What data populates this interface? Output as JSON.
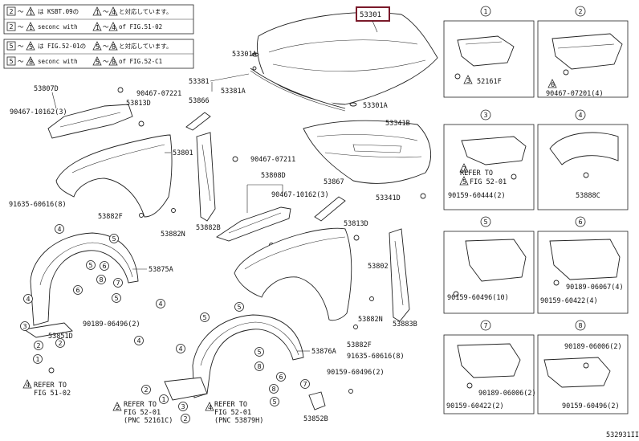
{
  "notes": {
    "note1_line1": "は KSBT.09の",
    "note1_line1_b": "～",
    "note1_line1_c": "と対応しています。",
    "note1_line2": "seconc with",
    "note1_line2_b": "～",
    "note1_line2_c": "of FIG.51-02",
    "note2_line1": "は FIG.52-01の",
    "note2_line1_b": "～",
    "note2_line1_c": "と対応しています。",
    "note2_line2": "seconc with",
    "note2_line2_b": "～",
    "note2_line2_c": "of FIG.52-C1"
  },
  "main_labels": {
    "hood": "53301",
    "hood_front_a": "53301A",
    "hood_rear_a": "53301A",
    "hood_seal": "53381",
    "hood_seal_a": "53381A",
    "hood_insulator": "53341B",
    "cushion": "53341D",
    "rear_bracket_left": "53807D",
    "bolt_rear": "90467-07221",
    "clip_left": "90467-10162(3)",
    "pad_left": "53813D",
    "fender_left": "53801",
    "stay_left": "53866",
    "screw_left": "91635-60616(8)",
    "clip_882f_left": "53882F",
    "clip_882n_left": "53882N",
    "seal_882b": "53882B",
    "bolt_mid": "90467-07211",
    "bracket_808d": "53808D",
    "clip_mid": "90467-10162(3)",
    "stay_right": "53867",
    "pad_right": "53813D",
    "fender_right": "53802",
    "clip_882n_right": "53882N",
    "seal_883b": "53883B",
    "clip_882f_right": "53882F",
    "screw_right": "91635-60616(8)",
    "liner_left": "53875A",
    "clip_left_liner": "90189-06496(2)",
    "shield_left": "53851D",
    "liner_right": "53876A",
    "clip_right_liner": "90159-60496(2)",
    "shield_right": "53852B",
    "ref_left": "REFER TO",
    "ref_left_fig": "FIG 51-02",
    "ref_mid": "REFER TO",
    "ref_mid_fig": "FIG 52-01",
    "ref_mid_pnc": "(PNC 52161C)",
    "ref_r": "REFER TO",
    "ref_r_fig": "FIG 52-01",
    "ref_r_pnc": "(PNC 53879H)",
    "footer_code": "532931II"
  },
  "callouts": [
    "1",
    "2",
    "3",
    "4",
    "5",
    "6",
    "7",
    "8"
  ],
  "detail_boxes": [
    {
      "num": "1",
      "labels": [
        "52161F"
      ]
    },
    {
      "num": "2",
      "labels": [
        "90467-07201(4)"
      ]
    },
    {
      "num": "3",
      "labels": [
        "REFER TO",
        "FIG 52-01",
        "90159-60444(2)"
      ]
    },
    {
      "num": "4",
      "labels": [
        "53888C"
      ]
    },
    {
      "num": "5",
      "labels": [
        "90159-60496(10)"
      ]
    },
    {
      "num": "6",
      "labels": [
        "90189-06067(4)",
        "90159-60422(4)"
      ]
    },
    {
      "num": "7",
      "labels": [
        "90189-06006(2)",
        "90159-60422(2)"
      ]
    },
    {
      "num": "8",
      "labels": [
        "90189-06006(2)",
        "90159-60496(2)"
      ]
    }
  ]
}
